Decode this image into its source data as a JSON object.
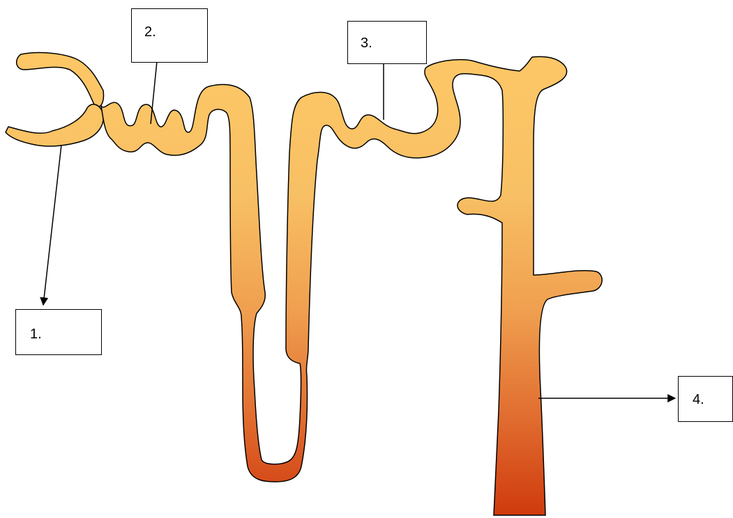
{
  "diagram": {
    "labels": [
      {
        "id": "1",
        "text": "1."
      },
      {
        "id": "2",
        "text": "2."
      },
      {
        "id": "3",
        "text": "3."
      },
      {
        "id": "4",
        "text": "4."
      }
    ]
  },
  "colors": {
    "tubule_top": "#fdc766",
    "tubule_mid": "#f0a050",
    "tubule_bottom": "#d0400f",
    "outline": "#000000",
    "background": "#ffffff"
  }
}
